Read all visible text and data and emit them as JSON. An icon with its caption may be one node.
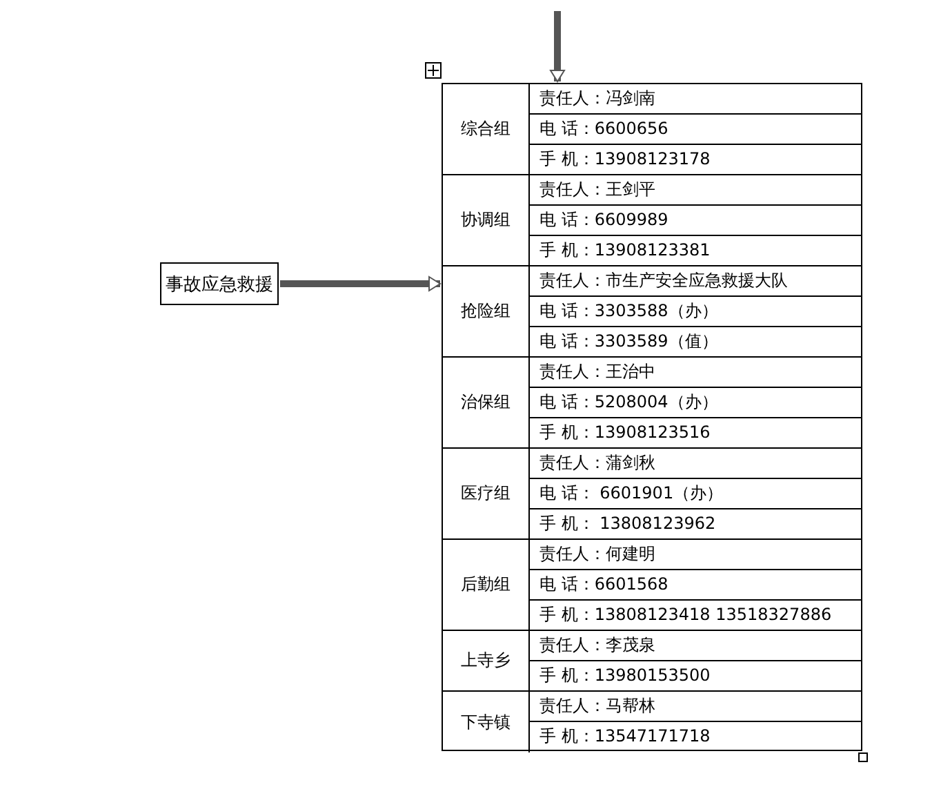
{
  "diagram": {
    "nodes": [
      {
        "text": [
          "事故应急救援"
        ]
      },
      {
        "text": [],
        "shape": "box"
      },
      {
        "text": [
          "综合组",
          "责任人：冯剑南",
          "电 话：6600656",
          "手 机：13908123178"
        ],
        "in": 1
      },
      {
        "text": [
          "协调组",
          "责任人：王剑平",
          "电 话：6609989",
          "手 机：13908123381"
        ],
        "in": 1
      },
      {
        "text": [
          "抢险组",
          "责任人：市生产安全应急救援大队",
          "电 话：3303588（办）",
          "电 话：3303589（值）"
        ],
        "in": 1
      },
      {
        "text": [
          "治保组",
          "责任人：王治中",
          "电 话：5208004（办）",
          "手 机：13908123516"
        ],
        "in": 1
      },
      {
        "text": [
          "医疗组",
          "责任人：蒲剑秋",
          "电 话： 6601901（办）",
          "手 机： 13808123962"
        ],
        "in": 1
      },
      {
        "text": [
          "后勤组",
          "责任人：何建明",
          "电 话：6601568",
          "手 机：13808123418 13518327886"
        ],
        "in": 1
      },
      {
        "text": [
          "上寺乡",
          "责任人：李茂泉",
          "手 机：13980153500"
        ],
        "in": 1
      },
      {
        "text": [
          "下寺镇",
          "责任人：马帮林",
          "手 机：13547171718"
        ],
        "in": 1
      }
    ],
    "edges": [
      {
        "from": 0,
        "to": 1,
        "arrow": "to"
      },
      {
        "from": null,
        "to": 1,
        "arrow": "to"
      }
    ]
  }
}
